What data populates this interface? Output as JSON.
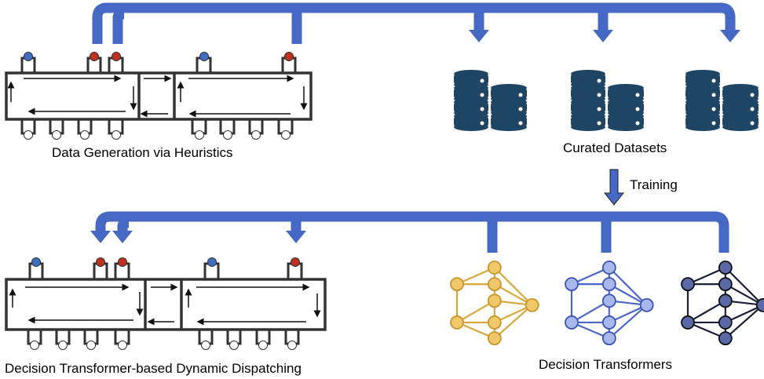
{
  "labels": {
    "top_caption": "Data Generation via Heuristics",
    "datasets_caption": "Curated Datasets",
    "training_label": "Training",
    "bottom_caption": "Decision Transformer-based Dynamic Dispatching",
    "models_caption": "Decision Transformers"
  },
  "colors": {
    "flow_arrow": "#4468c4",
    "database": "#1f4564",
    "dot_blue": "#3b6fc4",
    "dot_red": "#c0301e",
    "model_gold": "#d8a93a",
    "model_blue": "#4a66c8",
    "model_dark": "#1b1e38"
  },
  "icons": {
    "database": "database-stack-icon",
    "model": "neural-network-icon"
  }
}
